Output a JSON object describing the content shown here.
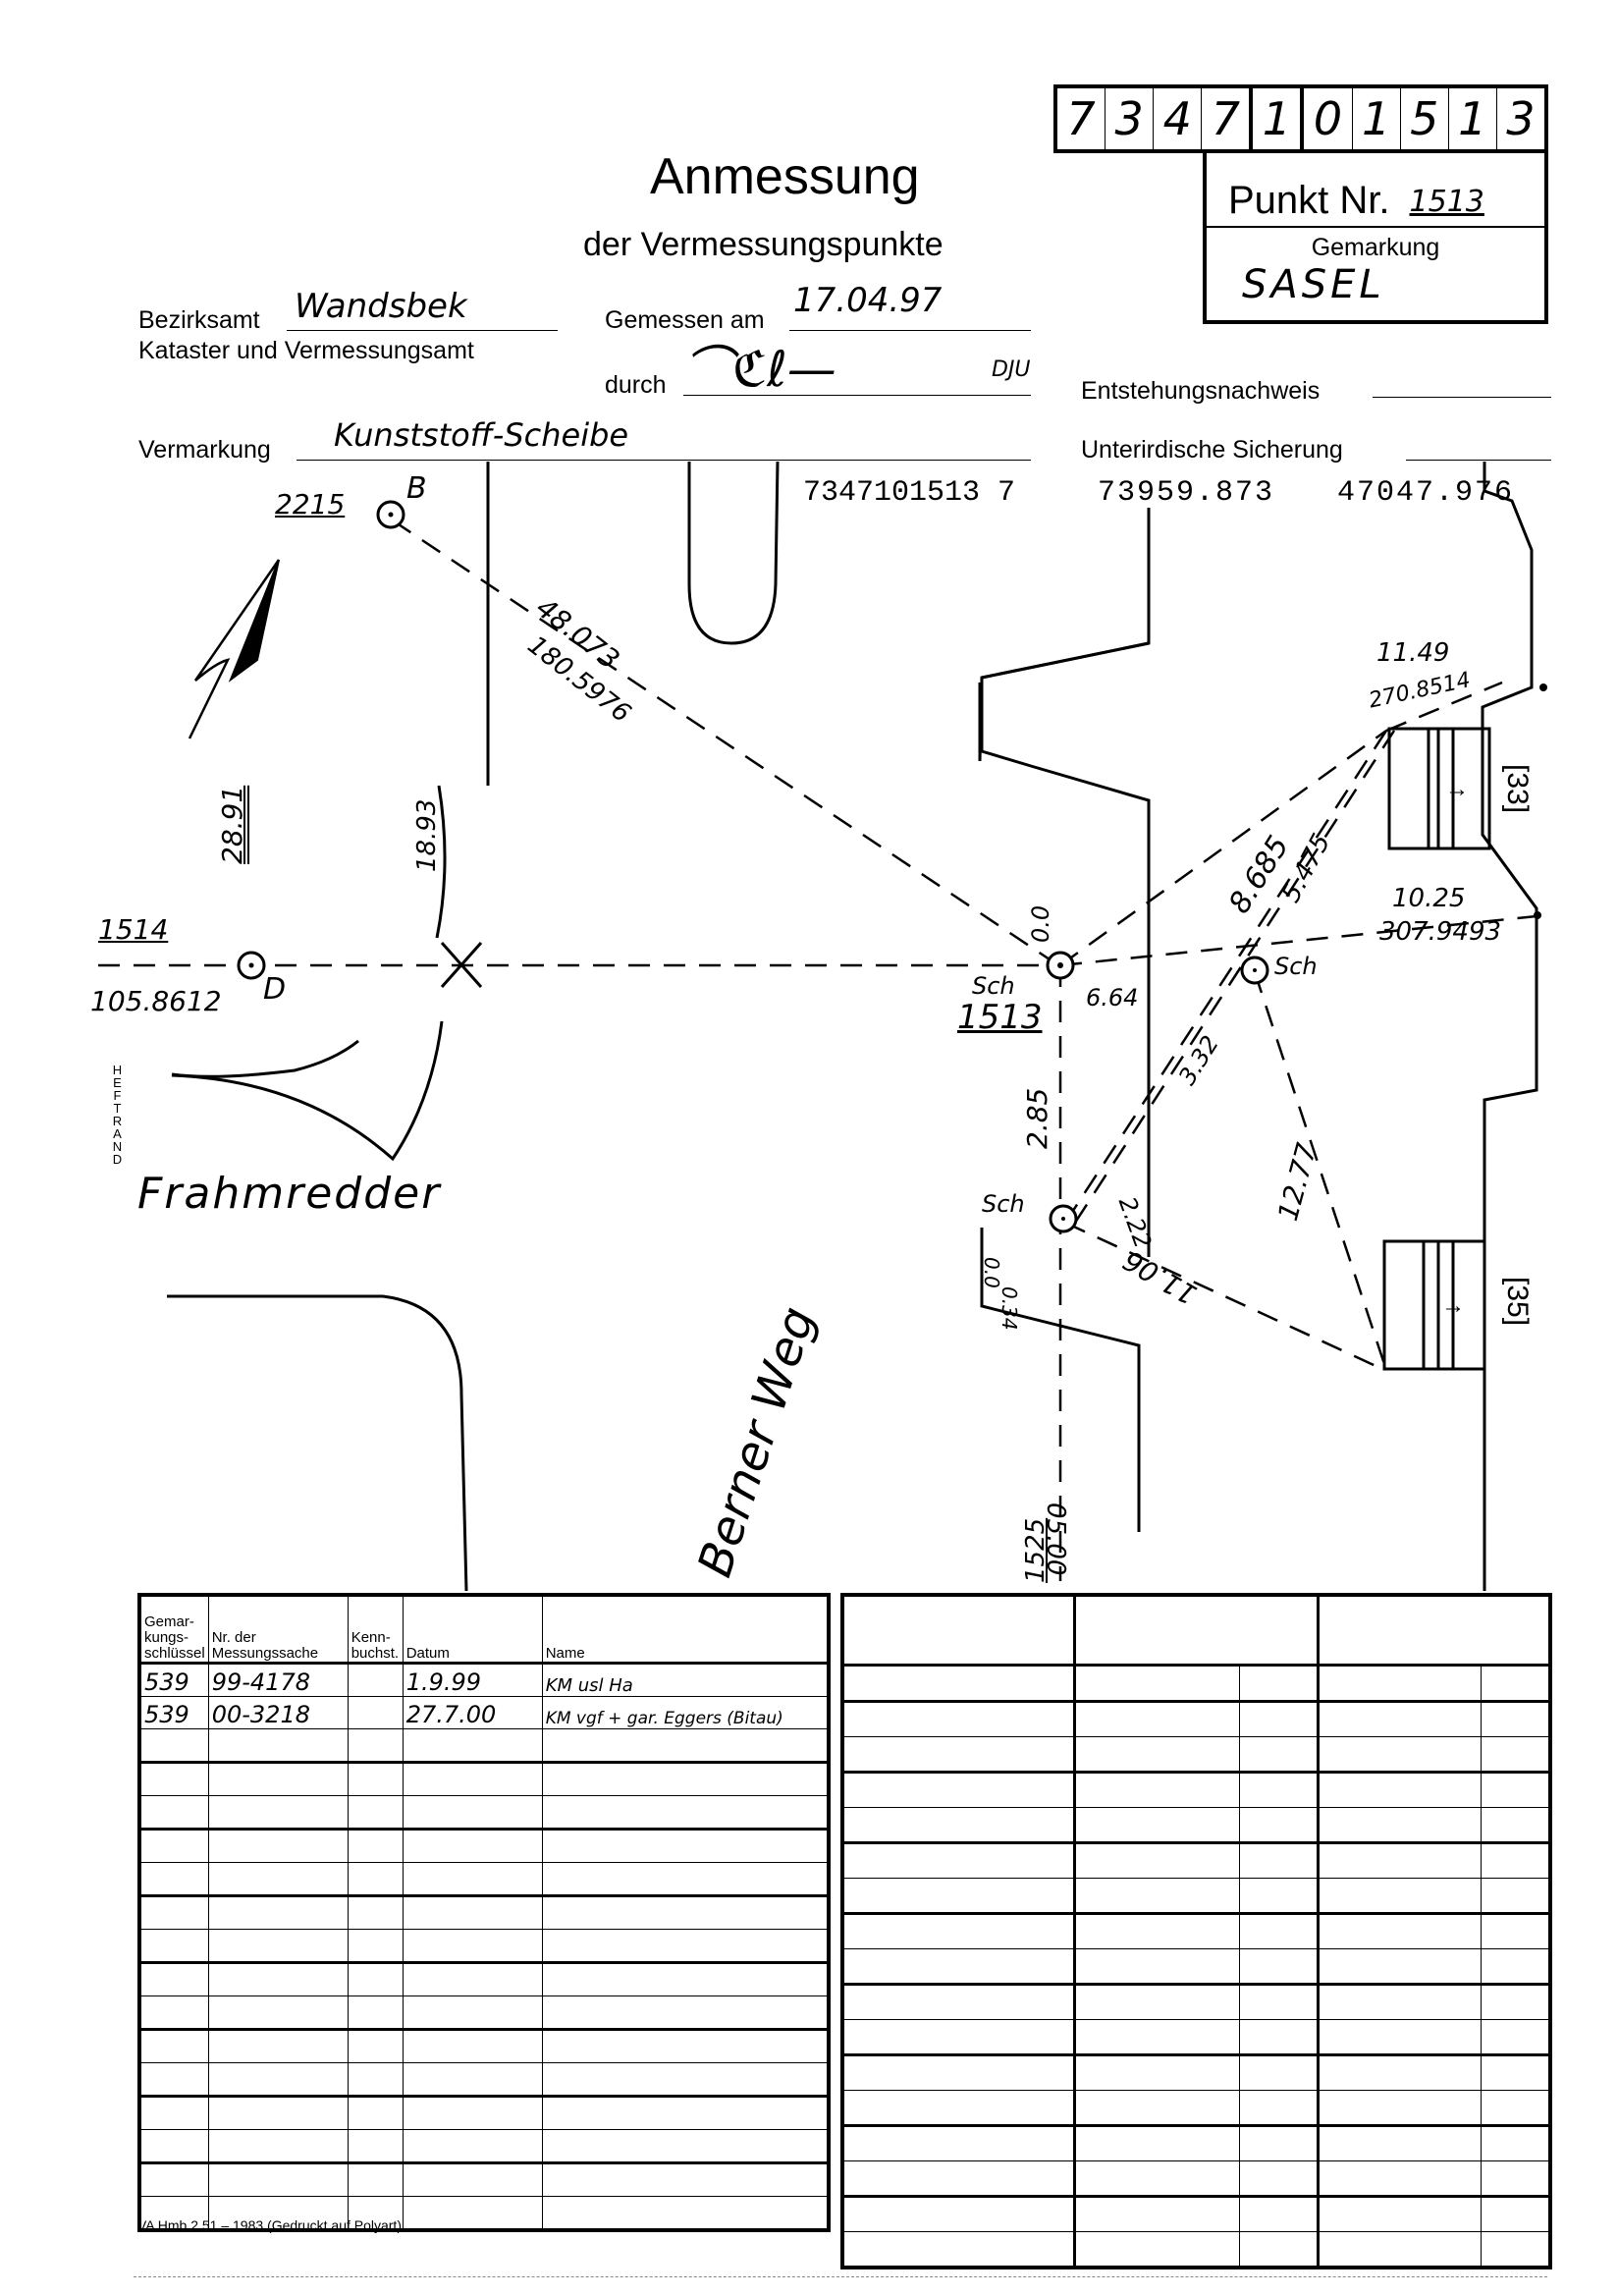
{
  "document": {
    "title": "Anmessung",
    "subtitle": "der Vermessungspunkte",
    "id_digits": [
      "7",
      "3",
      "4",
      "7",
      "1",
      "0",
      "1",
      "5",
      "1",
      "3"
    ],
    "punkt_label": "Punkt Nr.",
    "punkt_value": "1513",
    "gemarkung_label": "Gemarkung",
    "gemarkung_value": "SASEL",
    "bezirksamt_label": "Bezirksamt",
    "bezirksamt_value": "Wandsbek",
    "amt_label": "Kataster und Vermessungsamt",
    "gemessen_label": "Gemessen am",
    "gemessen_value": "17.04.97",
    "durch_label": "durch",
    "durch_value": "DJU",
    "entstehung_label": "Entstehungsnachweis",
    "entstehung_value": "",
    "vermarkung_label": "Vermarkung",
    "vermarkung_value": "Kunststoff-Scheibe",
    "unterirdisch_label": "Unterirdische Sicherung",
    "unterirdisch_value": "",
    "coord_id": "7347101513 7",
    "coord_x": "73959.873",
    "coord_y": "47047.976",
    "heftrand": "HEFTRAND",
    "footer": "VA Hmb 2.51 – 1983 (Gedruckt auf Polyart)"
  },
  "sketch": {
    "streets": [
      "Frahmredder",
      "Berner Weg"
    ],
    "points": [
      {
        "id": "2215",
        "letter": "B"
      },
      {
        "id": "1514",
        "letter": "D",
        "direction": "105.8612",
        "offset": "28.91"
      },
      {
        "id": "1513",
        "label": "Sch",
        "offset": "0.0",
        "side": "6.64"
      },
      {
        "id": "1525",
        "value": "05.00"
      }
    ],
    "measures": {
      "b_distance": "48.073",
      "b_direction": "180.5976",
      "cross": "18.93",
      "top_right_dist": "11.49",
      "top_right_dir": "270.8514",
      "diag1": "8.685",
      "diag2": "5.475",
      "mid_right_dist": "10.25",
      "mid_right_dir": "307.9493",
      "sch_label": "Sch",
      "diag3": "3.32",
      "vert": "2.85",
      "lower_sch": "Sch",
      "lower_off1": "0.34",
      "lower_off2": "0.0",
      "short_diag": "2.22",
      "long_diag": "12.77",
      "lower_diag": "11.06"
    },
    "houses": [
      "[33]",
      "[35]"
    ]
  },
  "table_left": {
    "headers": [
      "Gemar-\nkungs-\nschlüssel",
      "Nr. der\nMessungssache",
      "Kenn-\nbuchst.",
      "Datum",
      "Name"
    ],
    "rows": [
      [
        "539",
        "99-4178",
        "",
        "1.9.99",
        "KM usl    Ha"
      ],
      [
        "539",
        "00-3218",
        "",
        "27.7.00",
        "KM vgf + gar. Eggers (Bitau)"
      ]
    ],
    "empty_rows": 15
  }
}
